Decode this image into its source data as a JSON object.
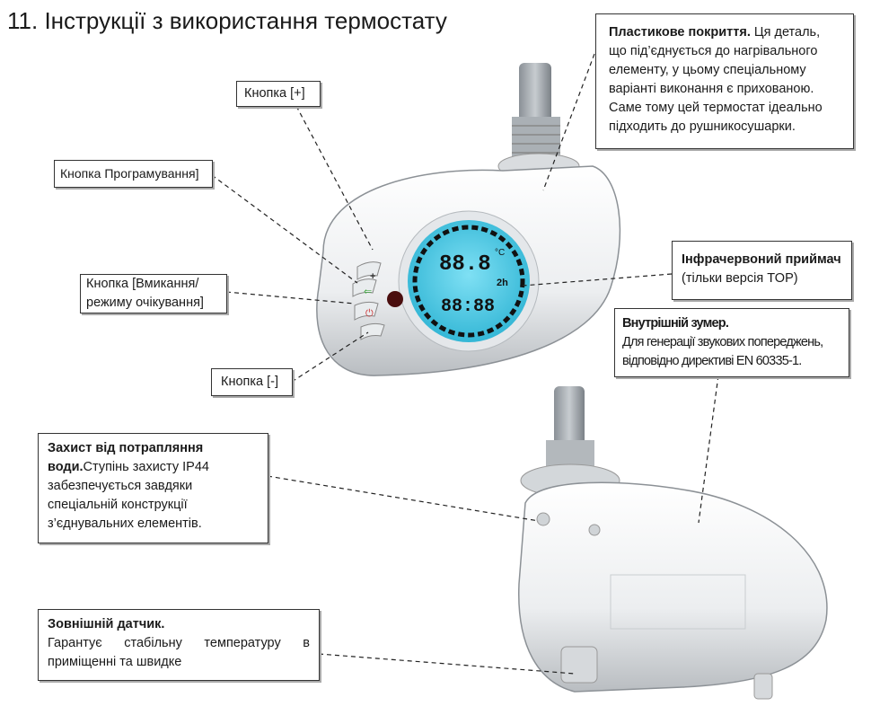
{
  "title": "11. Інструкції з використання термостату",
  "callouts": {
    "plus_button": "Кнопка [+]",
    "program_button": "Кнопка Програмування]",
    "power_button_line1": "Кнопка [Вмикання/",
    "power_button_line2": "режиму очікування]",
    "minus_button": "Кнопка [-]",
    "plastic_title": "Пластикове покриття.",
    "plastic_text": " Ця деталь, що під’єднується до нагрівального елементу, у цьому спеціальному варіанті виконання є прихованою. Саме тому цей термостат ідеально підходить до рушникосушарки.",
    "ir_title": "Інфрачервоний приймач",
    "ir_text": "(тільки версія TOP)",
    "buzzer_title": "Внутрішній зумер.",
    "buzzer_text": "Для генерації звукових попереджень, відповідно директиві EN 60335-1.",
    "water_title": "Захист від потрапляння води.",
    "water_text": "Ступінь захисту IP44 забезпечується завдяки спеціальній конструкції з’єднувальних елементів.",
    "sensor_title": "Зовнішній датчик.",
    "sensor_text": "Гарантує стабільну температуру в приміщенні та швидке"
  },
  "display": {
    "temperature": "88.8",
    "unit": "°C",
    "time": "88:88",
    "timer": "2h",
    "color": "#5fd0ea"
  }
}
